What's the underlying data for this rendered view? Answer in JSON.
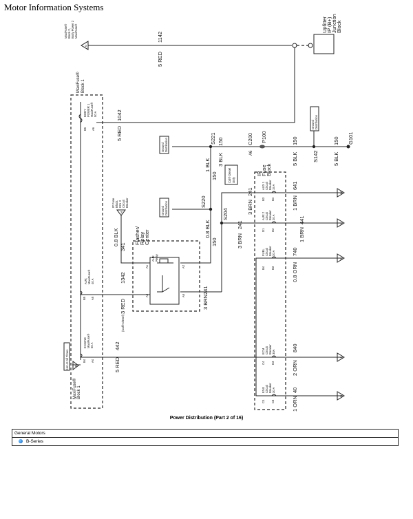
{
  "header": "Motor Information Systems",
  "caption": "Power Distribution (Part 2 of 16)",
  "table": {
    "maker": "General Motors",
    "series": "B-Series",
    "bullet_color": "#1a73d0"
  },
  "diagram": {
    "maxi2": [
      "MaxiFuse®",
      "Block 2,",
      "Body Power 2",
      "MaxiFuse®"
    ],
    "maxi2_pin": "U",
    "w1142": {
      "gauge": "5 RED",
      "circuit": "1142"
    },
    "upfitter": [
      "Upfitter",
      "IP (B+)",
      "Junction",
      "Block"
    ],
    "maxi1": [
      "MaxiFuse®",
      "Block 1"
    ],
    "body_fuse": [
      "BODY",
      "POWER 1",
      "MaxiFuse®",
      "50 A"
    ],
    "body_pins": [
      "B5",
      "A6"
    ],
    "w1042": {
      "gauge": "5 RED",
      "circuit": "1042"
    },
    "ground_dist": [
      "Ground",
      "Distribution"
    ],
    "s221": "S221",
    "s220": "S220",
    "s204": "S204",
    "s142": "S142",
    "g101": "G101",
    "c200": "C200",
    "a6": "A6",
    "p100": "P100",
    "ipfuse": [
      "IP",
      "Fuse",
      "Block"
    ],
    "blk150a": {
      "gauge": "3 BLK",
      "circuit": "150"
    },
    "blk150b": {
      "gauge": "1 BLK",
      "circuit": "150"
    },
    "blk150c": {
      "gauge": "5 BLK",
      "circuit": "150"
    },
    "blk150d": {
      "gauge": "5 BLK",
      "circuit": "150"
    },
    "blk150e": {
      "gauge": "0.8 BLK",
      "circuit": "150"
    },
    "cal_diesel": [
      "Cal® Diesel",
      "Only"
    ],
    "brn241a": {
      "gauge": "3 BRN",
      "circuit": "241"
    },
    "brn241b": {
      "gauge": "3 BRN",
      "circuit": "241"
    },
    "brn241c": {
      "gauge": "3 BRN",
      "circuit": "241"
    },
    "aux1": [
      "AUX 1",
      "Circuit",
      "Breaker",
      "15 A"
    ],
    "aux1_pins": [
      "B3",
      "B4"
    ],
    "aux2": [
      "AUX 2",
      "Circuit",
      "Breaker",
      "20 A"
    ],
    "aux2_pins": [
      "D1",
      "D2"
    ],
    "fuel": [
      "FUEL",
      "Circuit",
      "Breaker",
      "20 A"
    ],
    "fuel_pins": [
      "B4",
      "B3"
    ],
    "ecm": [
      "ECM",
      "Circuit",
      "Breaker",
      "30A"
    ],
    "ecm_pins": [
      "C4",
      "D3"
    ],
    "eng": [
      "ENG",
      "Circuit",
      "Breaker",
      "30 A"
    ],
    "eng_pins": [
      "C4",
      "C3"
    ],
    "w641": {
      "gauge": "1 BRN",
      "circuit": "641"
    },
    "w441": {
      "gauge": "1 BRN",
      "circuit": "441"
    },
    "w740": {
      "gauge": "0.8 ORN",
      "circuit": "740"
    },
    "w840": {
      "gauge": "2 ORN",
      "circuit": "840"
    },
    "w40": {
      "gauge": "1 ORN",
      "circuit": "40"
    },
    "ign3": [
      "IP Fuse",
      "Block,",
      "IGN 3",
      "Circuit",
      "Breaker"
    ],
    "ign3_pin": "H",
    "w341": {
      "gauge": "0.8 BLK",
      "circuit": "341"
    },
    "flasher": [
      "Flasher/",
      "Relay",
      "Center"
    ],
    "aux_relay": [
      "AUX",
      "Relay"
    ],
    "relay_pins": [
      "A1",
      "A2",
      "A3",
      "A5"
    ],
    "aux_fuse": [
      "AUX",
      "MaxiFuse®",
      "40 A"
    ],
    "aux_pins": [
      "B5",
      "A5"
    ],
    "w1342": {
      "gauge": "3 RED",
      "circuit": "1342",
      "note": "(Cal® Diesel)"
    },
    "hot": "Hot At All Times",
    "engine_fuse": [
      "ENGINE",
      "MaxiFuse®",
      "50 A"
    ],
    "engine_pins": [
      "B4",
      "A4"
    ],
    "w442": {
      "gauge": "5 RED",
      "circuit": "442"
    },
    "maxi1b": [
      "MaxiFuse®",
      "Block 1"
    ],
    "maxi1b_pin": "D",
    "out_pins": [
      "W",
      "L",
      "K",
      "J",
      "G"
    ]
  }
}
